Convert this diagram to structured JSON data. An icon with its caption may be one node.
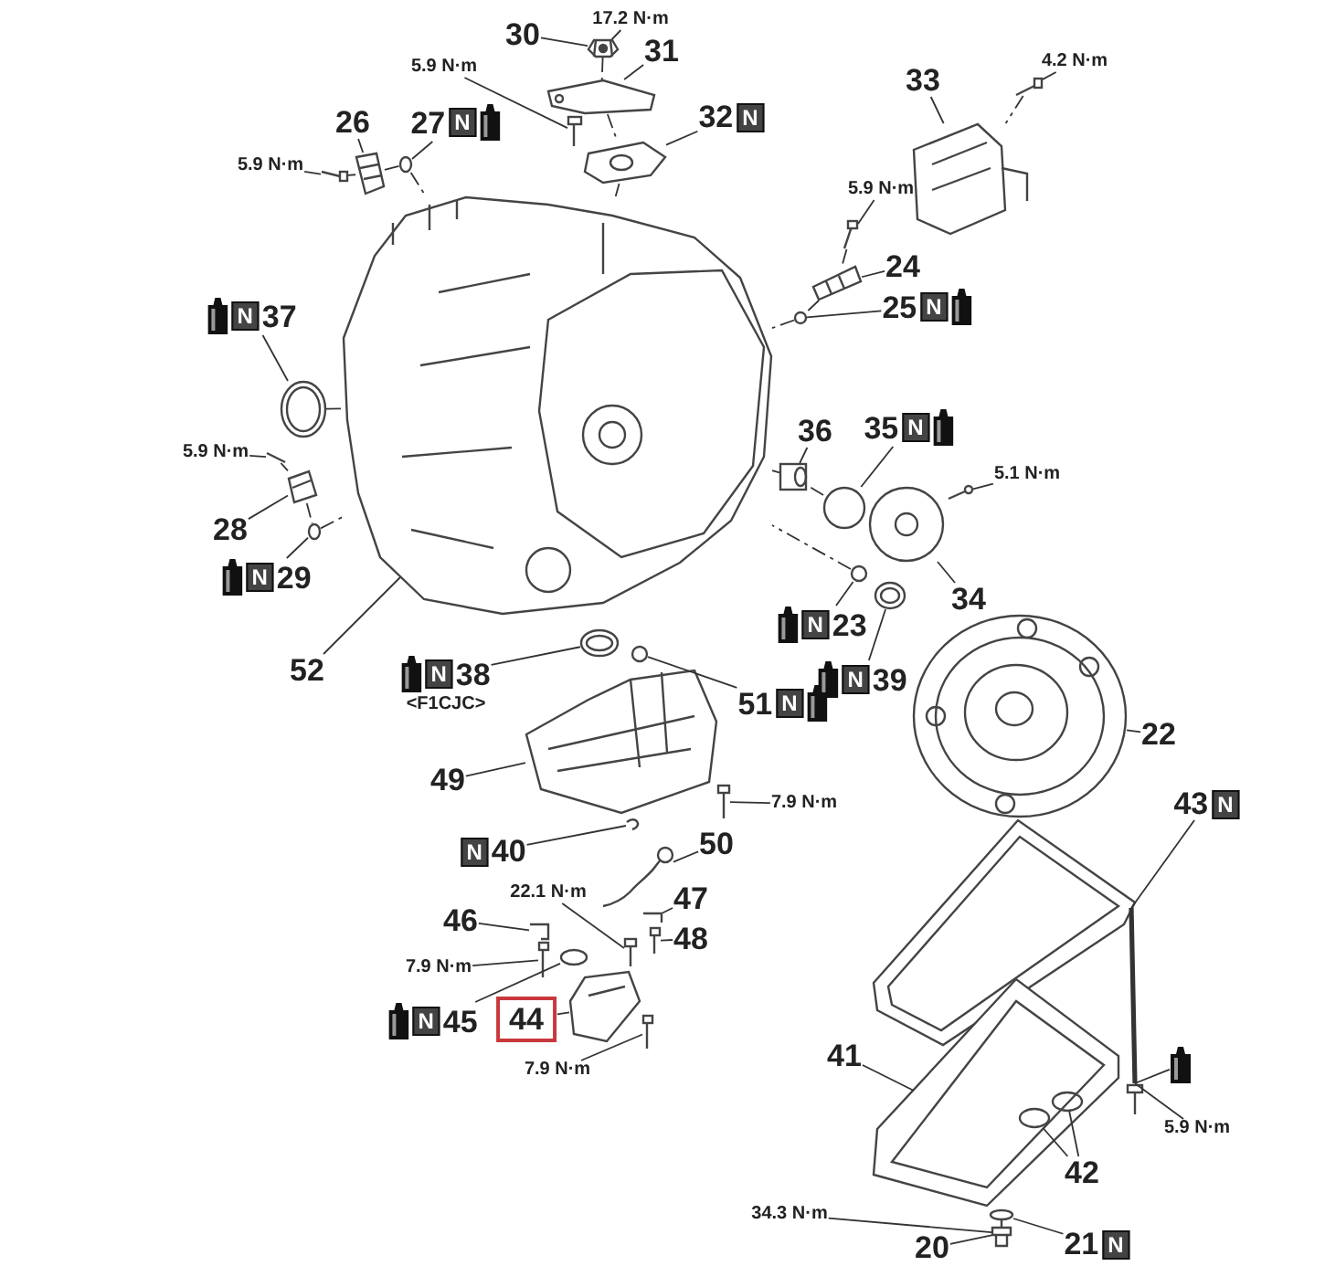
{
  "diagram": {
    "nodes": [
      {
        "text": [
          "17.2 N·m"
        ]
      },
      {
        "text": [
          "30"
        ]
      },
      {
        "text": [
          "31"
        ]
      },
      {
        "text": [
          "5.9 N·m"
        ]
      },
      {
        "text": [
          "26"
        ]
      },
      {
        "text": [
          "27",
          "N"
        ]
      },
      {
        "text": [
          "32",
          "N"
        ]
      },
      {
        "text": [
          "5.9 N·m"
        ]
      },
      {
        "text": [
          "33"
        ]
      },
      {
        "text": [
          "4.2 N·m"
        ]
      },
      {
        "text": [
          "5.9 N·m"
        ]
      },
      {
        "text": [
          "24"
        ]
      },
      {
        "text": [
          "25",
          "N"
        ]
      },
      {
        "text": [
          "N",
          "37"
        ]
      },
      {
        "text": [
          "36"
        ]
      },
      {
        "text": [
          "35",
          "N"
        ]
      },
      {
        "text": [
          "5.1 N·m"
        ]
      },
      {
        "text": [
          "5.9 N·m"
        ]
      },
      {
        "text": [
          "28"
        ]
      },
      {
        "text": [
          "N",
          "29"
        ]
      },
      {
        "text": [
          "34"
        ]
      },
      {
        "text": [
          "N",
          "23"
        ]
      },
      {
        "text": [
          "N",
          "39"
        ]
      },
      {
        "text": [
          "52"
        ]
      },
      {
        "text": [
          "N",
          "38"
        ],
        "beside": [
          "<F1CJC>"
        ]
      },
      {
        "text": [
          "51",
          "N"
        ]
      },
      {
        "text": [
          "22"
        ]
      },
      {
        "text": [
          "49"
        ]
      },
      {
        "text": [
          "7.9 N·m"
        ]
      },
      {
        "text": [
          "N",
          "40"
        ]
      },
      {
        "text": [
          "50"
        ]
      },
      {
        "text": [
          "43",
          "N"
        ]
      },
      {
        "text": [
          "22.1 N·m"
        ]
      },
      {
        "text": [
          "47"
        ]
      },
      {
        "text": [
          "48"
        ]
      },
      {
        "text": [
          "46"
        ]
      },
      {
        "text": [
          "7.9 N·m"
        ]
      },
      {
        "text": [
          "N",
          "45"
        ]
      },
      {
        "text": [
          "44"
        ]
      },
      {
        "text": [
          "7.9 N·m"
        ]
      },
      {
        "text": [
          "41"
        ]
      },
      {
        "text": [],
        "shape": "picture"
      },
      {
        "text": [
          "5.9 N·m"
        ]
      },
      {
        "text": [
          "42"
        ]
      },
      {
        "text": [
          "34.3 N·m"
        ]
      },
      {
        "text": [
          "20"
        ]
      },
      {
        "text": [
          "21",
          "N"
        ]
      },
      {
        "text": [],
        "shape": "picture"
      },
      {
        "text": [],
        "shape": "picture"
      },
      {
        "text": [],
        "shape": "picture"
      },
      {
        "text": [],
        "shape": "picture"
      },
      {
        "text": [],
        "shape": "circle"
      },
      {
        "text": [],
        "shape": "picture"
      },
      {
        "text": [],
        "shape": "picture"
      },
      {
        "text": [],
        "shape": "picture"
      },
      {
        "text": [],
        "shape": "picture"
      },
      {
        "text": [],
        "shape": "picture"
      },
      {
        "text": [],
        "shape": "picture"
      },
      {
        "text": [],
        "shape": "circle"
      },
      {
        "text": [],
        "shape": "picture"
      },
      {
        "text": [],
        "shape": "picture"
      },
      {
        "text": [],
        "shape": "circle"
      },
      {
        "text": [],
        "shape": "picture"
      },
      {
        "text": [],
        "shape": "picture"
      },
      {
        "text": [],
        "shape": "picture"
      },
      {
        "text": [],
        "shape": "circle"
      },
      {
        "text": [],
        "shape": "picture"
      },
      {
        "text": [],
        "shape": "circle"
      },
      {
        "text": [],
        "shape": "picture"
      },
      {
        "text": [],
        "shape": "picture"
      },
      {
        "text": [],
        "shape": "picture"
      },
      {
        "text": [],
        "shape": "circle"
      },
      {
        "text": [],
        "shape": "picture"
      },
      {
        "text": [],
        "shape": "picture"
      },
      {
        "text": [],
        "shape": "picture"
      },
      {
        "text": [],
        "shape": "picture"
      },
      {
        "text": [],
        "shape": "picture"
      },
      {
        "text": [],
        "shape": "picture"
      },
      {
        "text": [],
        "shape": "picture"
      },
      {
        "text": [],
        "shape": "picture"
      },
      {
        "text": [],
        "shape": "picture"
      },
      {
        "text": [],
        "shape": "picture"
      },
      {
        "text": [],
        "shape": "picture"
      },
      {
        "text": [],
        "shape": "circle"
      },
      {
        "text": [],
        "shape": "picture"
      },
      {
        "text": [],
        "shape": "picture"
      },
      {
        "text": [],
        "shape": "picture"
      },
      {
        "text": [],
        "shape": "picture"
      },
      {
        "text": [],
        "shape": "circle",
        "in": 86
      },
      {
        "text": [],
        "shape": "circle",
        "in": 86
      },
      {
        "text": [],
        "shape": "picture"
      },
      {
        "text": [],
        "shape": "circle"
      }
    ],
    "edges": [
      {
        "from": 0,
        "to": 47,
        "arrow": "none"
      },
      {
        "from": 1,
        "to": 47,
        "arrow": "none"
      },
      {
        "from": 2,
        "to": 48,
        "arrow": "none"
      },
      {
        "from": 3,
        "to": 49,
        "arrow": "none"
      },
      {
        "from": 4,
        "to": 50,
        "arrow": "none"
      },
      {
        "from": 5,
        "to": 51,
        "arrow": "none"
      },
      {
        "from": 6,
        "to": 52,
        "arrow": "none"
      },
      {
        "from": 7,
        "to": 53,
        "arrow": "none"
      },
      {
        "from": 8,
        "to": 54,
        "arrow": "none"
      },
      {
        "from": 9,
        "to": 55,
        "arrow": "none"
      },
      {
        "from": 10,
        "to": 56,
        "arrow": "none"
      },
      {
        "from": 11,
        "to": 57,
        "arrow": "none"
      },
      {
        "from": 12,
        "to": 58,
        "arrow": "none"
      },
      {
        "from": 13,
        "to": 59,
        "arrow": "none"
      },
      {
        "from": 14,
        "to": 60,
        "arrow": "none"
      },
      {
        "from": 15,
        "to": 61,
        "arrow": "none"
      },
      {
        "from": 16,
        "to": 62,
        "arrow": "none"
      },
      {
        "from": 17,
        "to": 63,
        "arrow": "none"
      },
      {
        "from": 18,
        "to": 64,
        "arrow": "none"
      },
      {
        "from": 19,
        "to": 65,
        "arrow": "none"
      },
      {
        "from": 20,
        "to": 66,
        "arrow": "none"
      },
      {
        "from": 21,
        "to": 67,
        "arrow": "none"
      },
      {
        "from": 22,
        "to": 68,
        "arrow": "none"
      },
      {
        "from": 23,
        "to": 69,
        "arrow": "none"
      },
      {
        "from": 24,
        "to": 70,
        "arrow": "none"
      },
      {
        "from": 25,
        "to": 71,
        "arrow": "none"
      },
      {
        "from": 26,
        "to": 72,
        "arrow": "none"
      },
      {
        "from": 27,
        "to": 73,
        "arrow": "none"
      },
      {
        "from": 28,
        "to": 74,
        "arrow": "none"
      },
      {
        "from": 29,
        "to": 75,
        "arrow": "none"
      },
      {
        "from": 30,
        "to": 76,
        "arrow": "none"
      },
      {
        "from": 31,
        "to": 77,
        "arrow": "none"
      },
      {
        "from": 32,
        "to": 78,
        "arrow": "none"
      },
      {
        "from": 33,
        "to": 79,
        "arrow": "none"
      },
      {
        "from": 34,
        "to": 80,
        "arrow": "none"
      },
      {
        "from": 35,
        "to": 81,
        "arrow": "none"
      },
      {
        "from": 36,
        "to": 82,
        "arrow": "none"
      },
      {
        "from": 37,
        "to": 83,
        "arrow": "none"
      },
      {
        "from": 38,
        "to": 84,
        "arrow": "none"
      },
      {
        "from": 39,
        "to": 85,
        "arrow": "none"
      },
      {
        "from": 40,
        "to": 86,
        "arrow": "none"
      },
      {
        "from": 41,
        "to": 87,
        "arrow": "none"
      },
      {
        "from": 42,
        "to": 87,
        "arrow": "none"
      },
      {
        "from": 43,
        "to": 88,
        "arrow": "none"
      },
      {
        "from": 43,
        "to": 89,
        "arrow": "none"
      },
      {
        "from": 44,
        "to": 90,
        "arrow": "none"
      },
      {
        "from": 45,
        "to": 90,
        "arrow": "none"
      },
      {
        "from": 46,
        "to": 91,
        "arrow": "none"
      },
      {
        "from": 47,
        "to": 48,
        "arrow": "none",
        "style": "dashed"
      },
      {
        "from": 48,
        "to": 52,
        "arrow": "none",
        "style": "dashed"
      },
      {
        "from": 52,
        "to": 69,
        "arrow": "none",
        "style": "dashed"
      },
      {
        "from": 53,
        "to": 50,
        "arrow": "none",
        "style": "dashed"
      },
      {
        "from": 50,
        "to": 51,
        "arrow": "none",
        "style": "dashed"
      },
      {
        "from": 51,
        "to": 69,
        "arrow": "none",
        "style": "dashed"
      },
      {
        "from": 55,
        "to": 54,
        "arrow": "none",
        "style": "dashed"
      },
      {
        "from": 56,
        "to": 57,
        "arrow": "none",
        "style": "dashed"
      },
      {
        "from": 57,
        "to": 58,
        "arrow": "none",
        "style": "dashed"
      },
      {
        "from": 58,
        "to": 69,
        "arrow": "none",
        "style": "dashed"
      },
      {
        "from": 59,
        "to": 69,
        "arrow": "none",
        "style": "dashed"
      },
      {
        "from": 63,
        "to": 64,
        "arrow": "none",
        "style": "dashed"
      },
      {
        "from": 64,
        "to": 65,
        "arrow": "none",
        "style": "dashed"
      },
      {
        "from": 65,
        "to": 69,
        "arrow": "none",
        "style": "dashed"
      },
      {
        "from": 61,
        "to": 60,
        "arrow": "none",
        "style": "dashed"
      },
      {
        "from": 60,
        "to": 69,
        "arrow": "none",
        "style": "dashed"
      },
      {
        "from": 67,
        "to": 69,
        "arrow": "none",
        "style": "dashed"
      },
      {
        "from": 77,
        "to": 87,
        "arrow": "none",
        "style": "thick"
      }
    ]
  }
}
